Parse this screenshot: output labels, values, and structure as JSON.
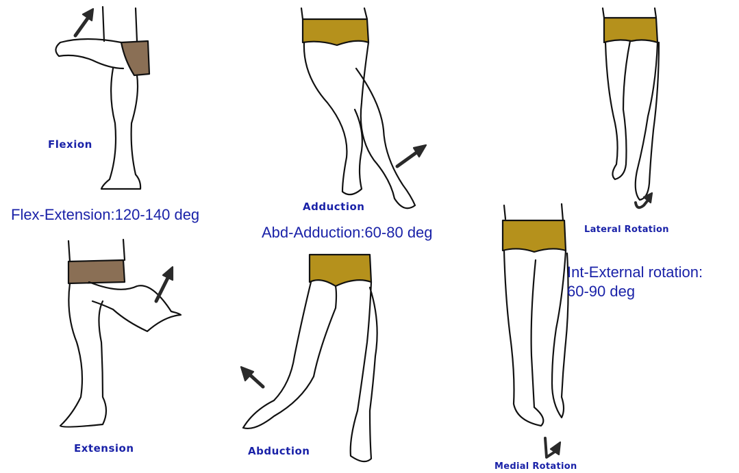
{
  "figure": {
    "colors": {
      "label": "#1a22a8",
      "shorts_brown": "#8a6f55",
      "shorts_gold": "#b5911c",
      "outline": "#111111",
      "arrow": "#2a2a2a"
    },
    "panels": {
      "flexion": {
        "label": "Flexion",
        "arrow_icon": "up-right-arrow"
      },
      "extension": {
        "label": "Extension",
        "arrow_icon": "up-right-arrow"
      },
      "adduction": {
        "label": "Adduction",
        "arrow_icon": "up-right-arrow"
      },
      "abduction": {
        "label": "Abduction",
        "arrow_icon": "up-left-arrow"
      },
      "lateral_rotation": {
        "label": "Lateral Rotation",
        "arrow_icon": "rotation-arrow"
      },
      "medial_rotation": {
        "label": "Medial Rotation",
        "arrow_icon": "rotation-arrow"
      }
    },
    "captions": {
      "flex_extension": "Flex-Extension:120-140 deg",
      "abd_adduction": "Abd-Adduction:60-80 deg",
      "int_external_line1": "Int-External rotation:",
      "int_external_line2": "60-90 deg"
    }
  }
}
